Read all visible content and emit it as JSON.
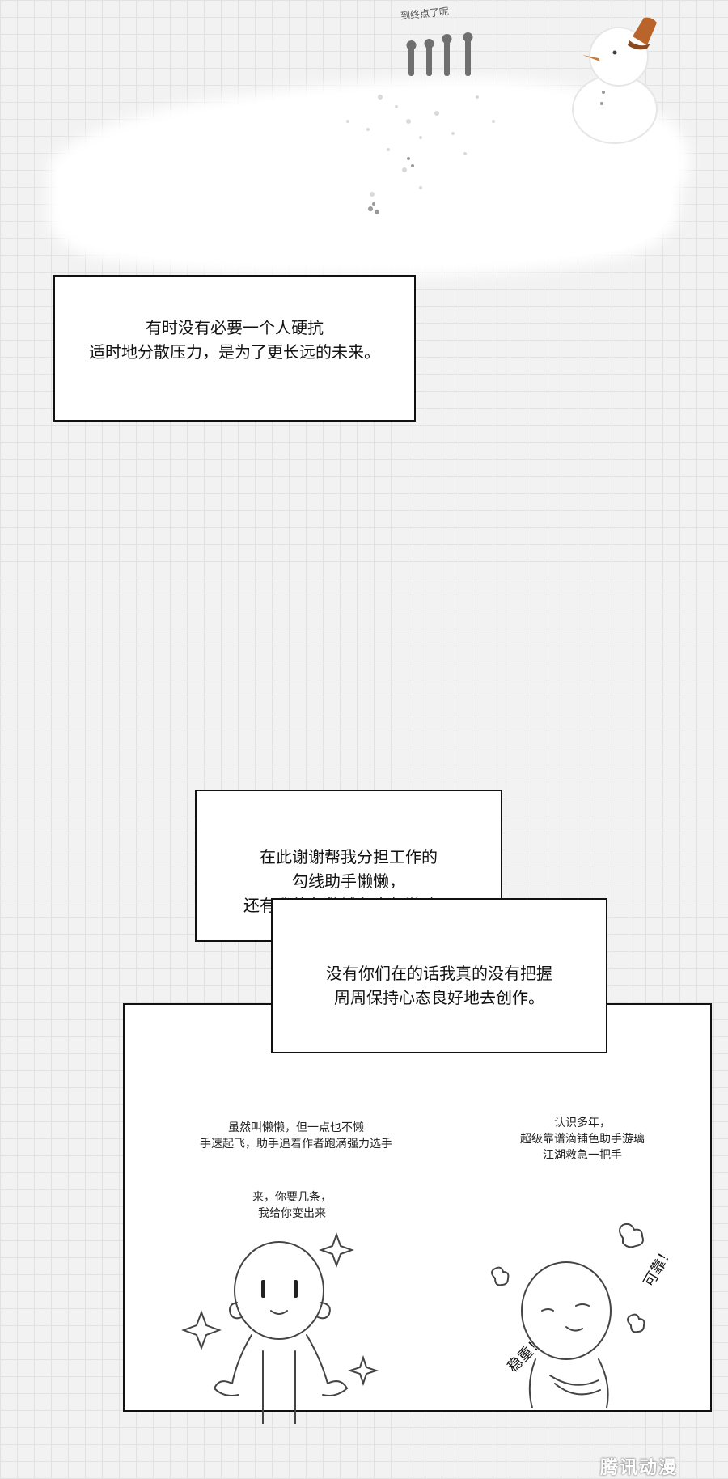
{
  "snow_scene": {
    "sign_text": "到终点了呢"
  },
  "panel_top": {
    "text": "有时没有必要一个人硬抗\n适时地分散压力，是为了更长远的未来。"
  },
  "panel_thanks": {
    "text": "在此谢谢帮我分担工作的\n勾线助手懒懒，\n还有我的急救铺色大师游璃，"
  },
  "panel_no_you": {
    "text": "没有你们在的话我真的没有把握\n周周保持心态良好地去创作。"
  },
  "panel_bottom": {
    "left_caption": "虽然叫懒懒，但一点也不懒\n手速起飞，助手追着作者跑滴强力选手",
    "left_speech": "来，你要几条，\n我给你变出来",
    "right_caption": "认识多年，\n超级靠谱滴铺色助手游璃\n江湖救急一把手",
    "right_exclaim_1": "可靠！",
    "right_exclaim_2": "稳重！"
  },
  "watermark": {
    "text": "腾讯动漫"
  }
}
